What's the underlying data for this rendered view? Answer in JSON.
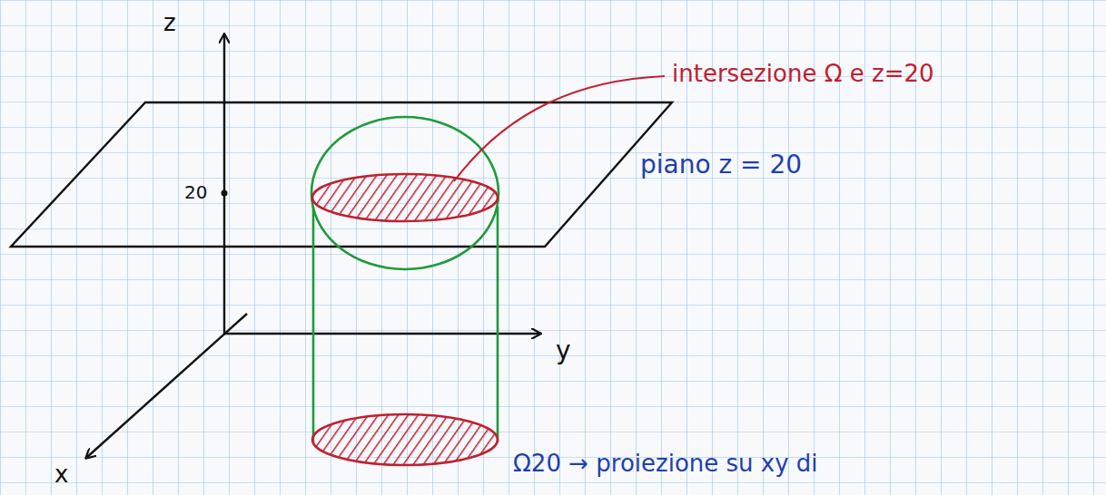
{
  "diagram": {
    "labels": [
      "z",
      "20",
      "y",
      "x",
      "intersezione Ω e z=20",
      "piano z = 20",
      "Ω20 → proiezione su xy di"
    ]
  }
}
